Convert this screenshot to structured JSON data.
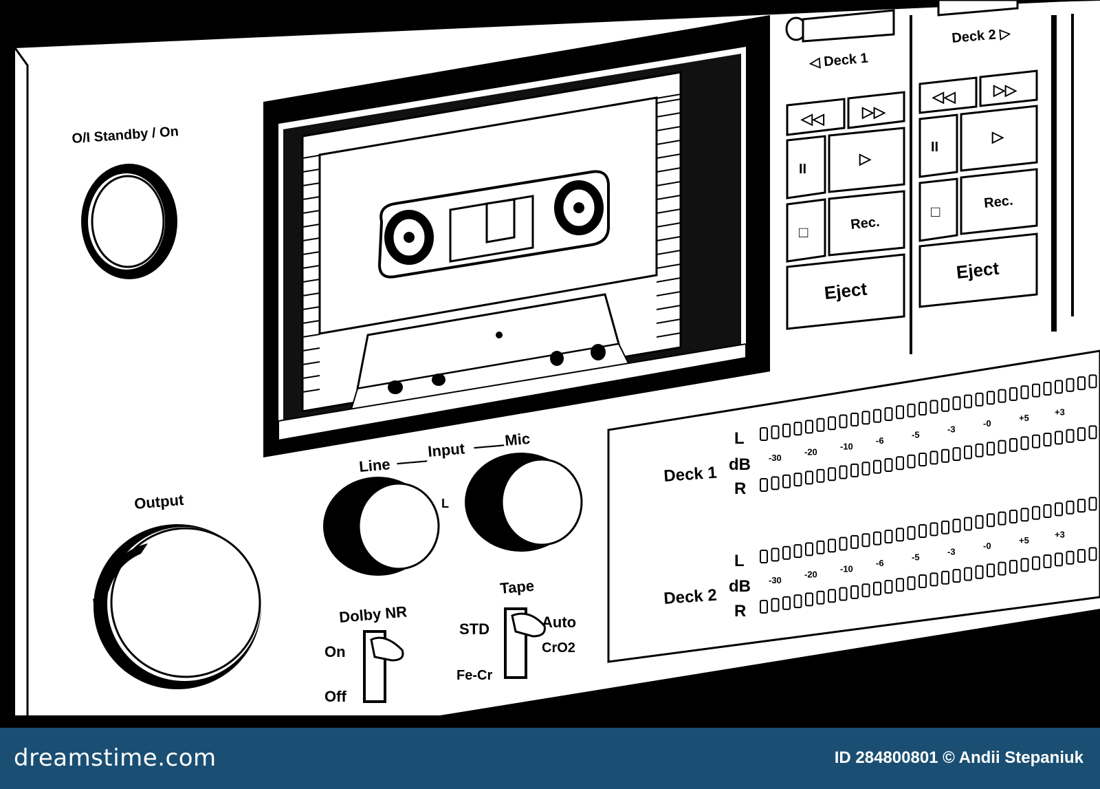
{
  "power": {
    "label": "O/I Standby / On"
  },
  "output": {
    "label": "Output"
  },
  "input": {
    "line": "Line",
    "input": "Input",
    "mic": "Mic",
    "dash": "——",
    "l_mark": "L"
  },
  "dolby": {
    "label": "Dolby NR",
    "on": "On",
    "off": "Off"
  },
  "tape": {
    "label": "Tape",
    "std": "STD",
    "auto": "Auto",
    "cro2": "CrO2",
    "fecr": "Fe-Cr"
  },
  "deck1": {
    "title": "◁ Deck 1",
    "rew": "◁◁",
    "ff": "▷▷",
    "pause": "II",
    "play": "▷",
    "stop": "□",
    "rec": "Rec.",
    "eject": "Eject"
  },
  "deck2": {
    "title": "Deck 2 ▷",
    "rew": "◁◁",
    "ff": "▷▷",
    "pause": "II",
    "play": "▷",
    "stop": "□",
    "rec": "Rec.",
    "eject": "Eject"
  },
  "meters": {
    "channel_l": "L",
    "channel_r": "R",
    "unit": "dB",
    "deck1_label": "Deck 1",
    "deck2_label": "Deck 2",
    "scale": [
      "-30",
      "-20",
      "-10",
      "-6",
      "-5",
      "-3",
      "-0",
      "+5",
      "+3"
    ]
  },
  "footer": {
    "brand": "dreamstime.com",
    "credit": "ID 284800801 © Andii Stepaniuk"
  }
}
